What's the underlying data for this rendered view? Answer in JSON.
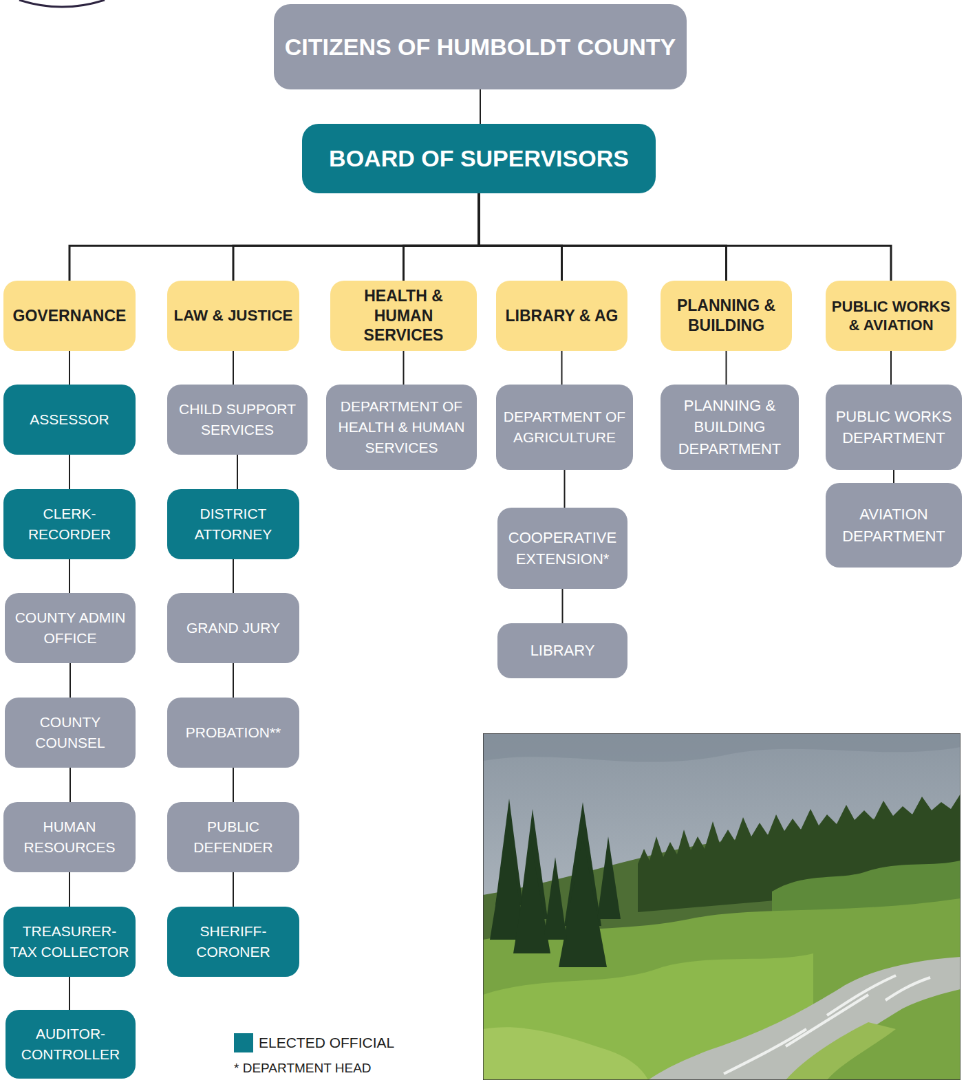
{
  "diagram": {
    "nodes": [
      {
        "text": [
          "CITIZENS OF HUMBOLDT COUNTY"
        ]
      },
      {
        "text": [
          "BOARD OF SUPERVISORS"
        ]
      },
      {
        "text": [
          "GOVERNANCE"
        ]
      },
      {
        "text": [
          "LAW & JUSTICE"
        ]
      },
      {
        "text": [
          "HEALTH & HUMAN SERVICES"
        ]
      },
      {
        "text": [
          "LIBRARY & AG"
        ]
      },
      {
        "text": [
          "PLANNING & BUILDING"
        ]
      },
      {
        "text": [
          "PUBLIC WORKS & AVIATION"
        ]
      },
      {
        "text": [
          "ASSESSOR"
        ]
      },
      {
        "text": [
          "CLERK- RECORDER"
        ]
      },
      {
        "text": [
          "COUNTY ADMIN OFFICE"
        ]
      },
      {
        "text": [
          "COUNTY COUNSEL"
        ]
      },
      {
        "text": [
          "HUMAN RESOURCES"
        ]
      },
      {
        "text": [
          "TREASURER- TAX COLLECTOR"
        ]
      },
      {
        "text": [
          "AUDITOR- CONTROLLER"
        ]
      },
      {
        "text": [
          "CHILD SUPPORT SERVICES"
        ]
      },
      {
        "text": [
          "DISTRICT ATTORNEY"
        ]
      },
      {
        "text": [
          "GRAND JURY"
        ]
      },
      {
        "text": [
          "PROBATION**"
        ]
      },
      {
        "text": [
          "PUBLIC DEFENDER"
        ]
      },
      {
        "text": [
          "SHERIFF- CORONER"
        ]
      },
      {
        "text": [
          "DEPARTMENT OF HEALTH & HUMAN SERVICES"
        ]
      },
      {
        "text": [
          "DEPARTMENT OF AGRICULTURE"
        ]
      },
      {
        "text": [
          "COOPERATIVE EXTENSION*"
        ]
      },
      {
        "text": [
          "LIBRARY"
        ]
      },
      {
        "text": [
          "PLANNING & BUILDING DEPARTMENT"
        ]
      },
      {
        "text": [
          "PUBLIC WORKS DEPARTMENT"
        ]
      },
      {
        "text": [
          "AVIATION DEPARTMENT"
        ]
      }
    ],
    "edges": [
      {
        "from": 0,
        "to": 1,
        "arrow": "none"
      },
      {
        "from": 1,
        "to": 2,
        "arrow": "none"
      },
      {
        "from": 1,
        "to": 3,
        "arrow": "none"
      },
      {
        "from": 1,
        "to": 4,
        "arrow": "none"
      },
      {
        "from": 1,
        "to": 5,
        "arrow": "none"
      },
      {
        "from": 1,
        "to": 6,
        "arrow": "none"
      },
      {
        "from": 1,
        "to": 7,
        "arrow": "none"
      },
      {
        "from": 2,
        "to": 8,
        "arrow": "none"
      },
      {
        "from": 8,
        "to": 9,
        "arrow": "none"
      },
      {
        "from": 9,
        "to": 10,
        "arrow": "none"
      },
      {
        "from": 10,
        "to": 11,
        "arrow": "none"
      },
      {
        "from": 11,
        "to": 12,
        "arrow": "none"
      },
      {
        "from": 12,
        "to": 13,
        "arrow": "none"
      },
      {
        "from": 13,
        "to": 14,
        "arrow": "none"
      },
      {
        "from": 3,
        "to": 15,
        "arrow": "none"
      },
      {
        "from": 15,
        "to": 16,
        "arrow": "none"
      },
      {
        "from": 16,
        "to": 17,
        "arrow": "none"
      },
      {
        "from": 17,
        "to": 18,
        "arrow": "none"
      },
      {
        "from": 18,
        "to": 19,
        "arrow": "none"
      },
      {
        "from": 19,
        "to": 20,
        "arrow": "none"
      },
      {
        "from": 4,
        "to": 21,
        "arrow": "none"
      },
      {
        "from": 5,
        "to": 22,
        "arrow": "none"
      },
      {
        "from": 22,
        "to": 23,
        "arrow": "none"
      },
      {
        "from": 23,
        "to": 24,
        "arrow": "none"
      },
      {
        "from": 6,
        "to": 25,
        "arrow": "none"
      },
      {
        "from": 7,
        "to": 26,
        "arrow": "none"
      },
      {
        "from": 26,
        "to": 27,
        "arrow": "none"
      }
    ],
    "labels": [
      "* DEPARTMENT HEAD"
    ],
    "legend": [
      {
        "text": "ELECTED OFFICIAL",
        "color": "#0c7a8a"
      }
    ]
  }
}
